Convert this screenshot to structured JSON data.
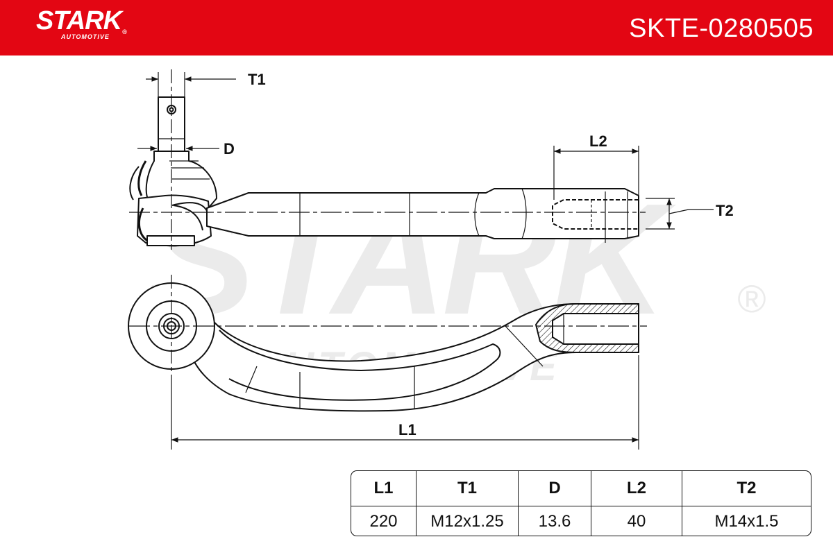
{
  "header": {
    "brand": "STARK",
    "brand_registered": "®",
    "brand_sub": "AUTOMOTIVE",
    "part_number": "SKTE-0280505",
    "color": "#e30613"
  },
  "watermark": {
    "text": "STARK",
    "sub": "AUTOMOTIVE",
    "registered": "®"
  },
  "drawing": {
    "labels": {
      "t1": "T1",
      "d": "D",
      "l2": "L2",
      "t2": "T2",
      "l1": "L1"
    }
  },
  "table": {
    "headers": [
      "L1",
      "T1",
      "D",
      "L2",
      "T2"
    ],
    "values": [
      "220",
      "M12x1.25",
      "13.6",
      "40",
      "M14x1.5"
    ]
  }
}
